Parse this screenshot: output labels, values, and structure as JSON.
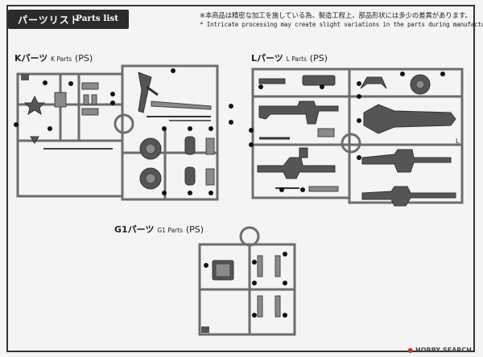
{
  "header": {
    "title_jp": "パーツリスト",
    "title_en": "Parts list",
    "note_jp": "※本商品は精密な加工を施している為、製造工程上、部品形状には多少の差異があります。",
    "note_en": "* Intricate processing may create slight variations in the parts during manufacturing."
  },
  "parts": [
    {
      "code": "Kパーツ",
      "sub": "K Parts",
      "material": "(PS)"
    },
    {
      "code": "Lパーツ",
      "sub": "L Parts",
      "material": "(PS)"
    },
    {
      "code": "G1パーツ",
      "sub": "G1 Parts",
      "material": "(PS)"
    }
  ],
  "watermark": {
    "site": "HOBBY SEARCH"
  }
}
